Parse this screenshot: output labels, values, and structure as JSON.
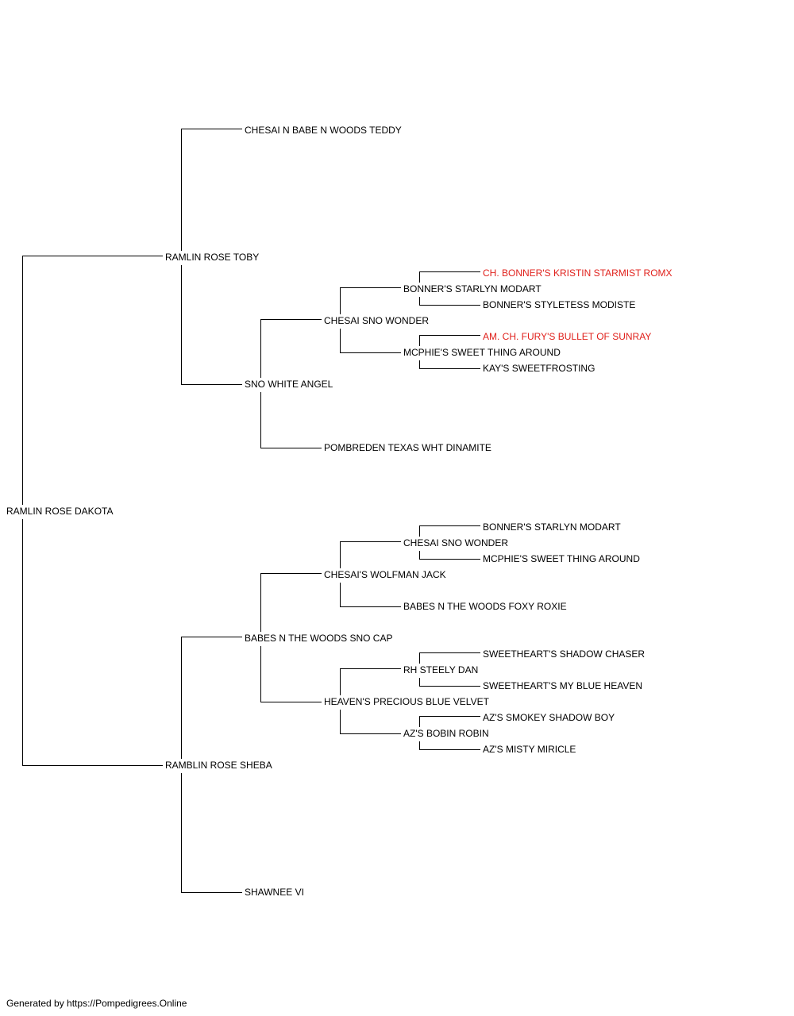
{
  "pedigree": {
    "subject": "RAMLIN ROSE DAKOTA",
    "sire": "RAMLIN ROSE TOBY",
    "sire_sire": "CHESAI N BABE N WOODS TEDDY",
    "sire_dam": "SNO WHITE ANGEL",
    "sire_dam_sire": "CHESAI SNO WONDER",
    "sire_dam_sire_sire": "BONNER'S STARLYN MODART",
    "sire_dam_sire_sire_sire": "CH. BONNER'S KRISTIN STARMIST ROMX",
    "sire_dam_sire_sire_dam": "BONNER'S STYLETESS MODISTE",
    "sire_dam_sire_dam": "MCPHIE'S SWEET THING AROUND",
    "sire_dam_sire_dam_sire": "AM. CH. FURY'S BULLET OF SUNRAY",
    "sire_dam_sire_dam_dam": "KAY'S SWEETFROSTING",
    "sire_dam_dam": "POMBREDEN TEXAS WHT DINAMITE",
    "dam": "RAMBLIN ROSE SHEBA",
    "dam_sire": "BABES N THE WOODS SNO CAP",
    "dam_sire_sire": "CHESAI'S WOLFMAN JACK",
    "dam_sire_sire_sire": "CHESAI SNO WONDER",
    "dam_sire_sire_sire_sire": "BONNER'S STARLYN MODART",
    "dam_sire_sire_sire_dam": "MCPHIE'S SWEET THING AROUND",
    "dam_sire_sire_dam": "BABES N THE WOODS FOXY ROXIE",
    "dam_sire_dam": "HEAVEN'S PRECIOUS BLUE VELVET",
    "dam_sire_dam_sire": "RH STEELY DAN",
    "dam_sire_dam_sire_sire": "SWEETHEART'S SHADOW CHASER",
    "dam_sire_dam_sire_dam": "SWEETHEART'S MY BLUE HEAVEN",
    "dam_sire_dam_dam": "AZ'S BOBIN ROBIN",
    "dam_sire_dam_dam_sire": "AZ'S SMOKEY SHADOW BOY",
    "dam_sire_dam_dam_dam": "AZ'S MISTY MIRICLE",
    "dam_dam": "SHAWNEE VI"
  },
  "footer": {
    "credit": "Generated by https://Pompedigrees.Online"
  },
  "colors": {
    "text": "#000000",
    "champion": "#e0201b",
    "lines": "#000000",
    "background": "#ffffff"
  }
}
